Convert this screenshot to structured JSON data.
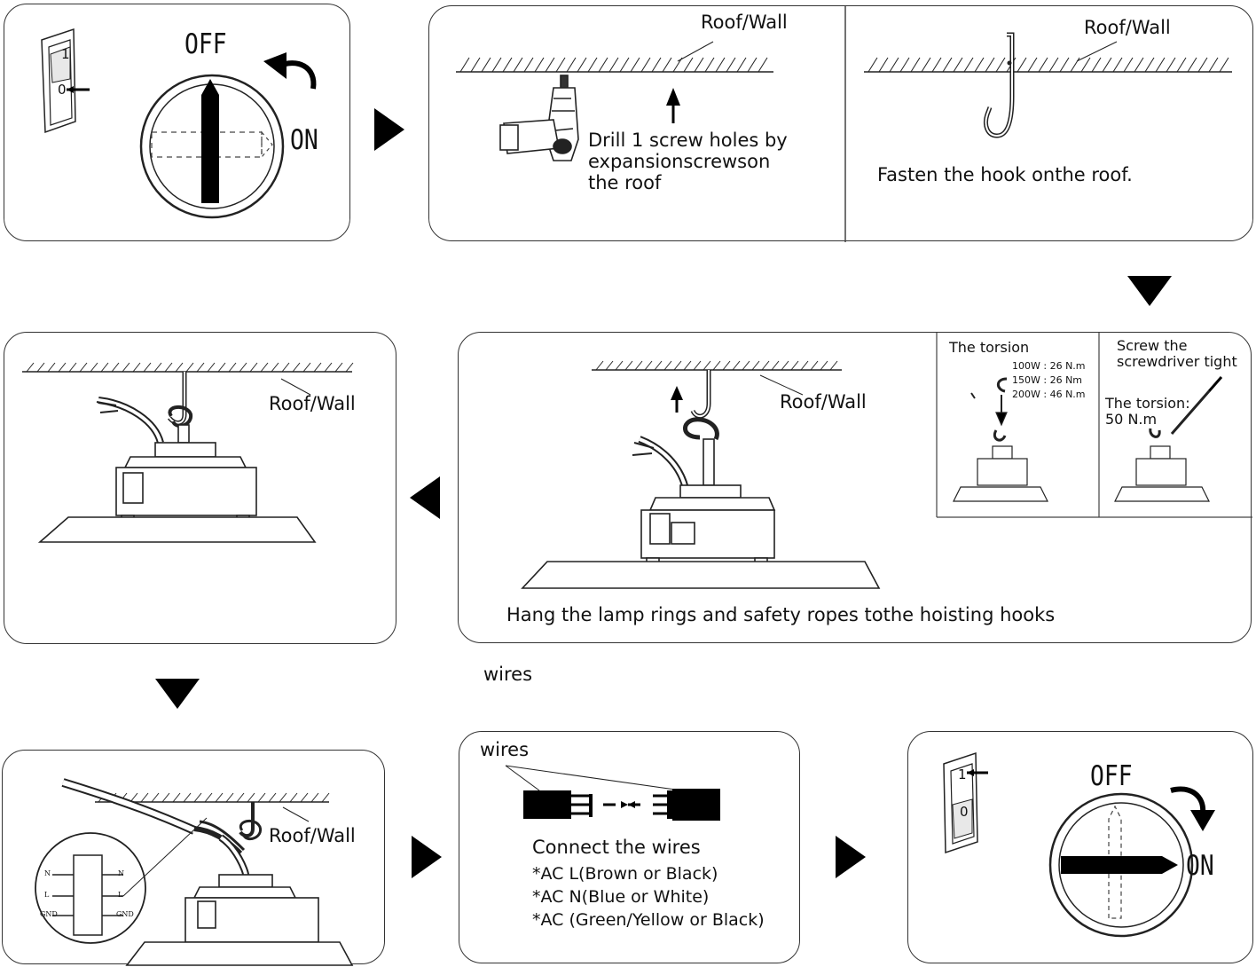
{
  "panel1": {
    "switch_on": "1",
    "switch_off": "0",
    "off_label": "OFF",
    "on_label": "ON"
  },
  "panel2": {
    "left": {
      "roof_label": "Roof/Wall",
      "instruction": "Drill 1 screw holes by\nexpansionscrewson\nthe roof"
    },
    "right": {
      "roof_label": "Roof/Wall",
      "instruction": "Fasten the hook onthe roof."
    }
  },
  "panel3": {
    "roof_label": "Roof/Wall"
  },
  "panel4": {
    "roof_label": "Roof/Wall",
    "instruction": "Hang the lamp rings and safety ropes tothe hoisting hooks",
    "torsion_box": {
      "title": "The torsion",
      "specs": [
        "100W : 26 N.m",
        "150W : 26 Nm",
        "200W : 46 N.m"
      ]
    },
    "screwdriver_box": {
      "title": "Screw the\nscrewdriver tight",
      "torsion": "The torsion:\n50 N.m"
    }
  },
  "floating_label": "wires",
  "panel5": {
    "roof_label": "Roof/Wall",
    "terminals_left": [
      "N",
      "L",
      "GND"
    ],
    "terminals_right": [
      "N",
      "L",
      "GND"
    ]
  },
  "panel6": {
    "wires_label": "wires",
    "title": "Connect the wires",
    "lines": [
      "*AC L(Brown or Black)",
      "*AC N(Blue or White)",
      "*AC (Green/Yellow or Black)"
    ]
  },
  "panel7": {
    "switch_on": "1",
    "switch_off": "0",
    "off_label": "OFF",
    "on_label": "ON"
  }
}
